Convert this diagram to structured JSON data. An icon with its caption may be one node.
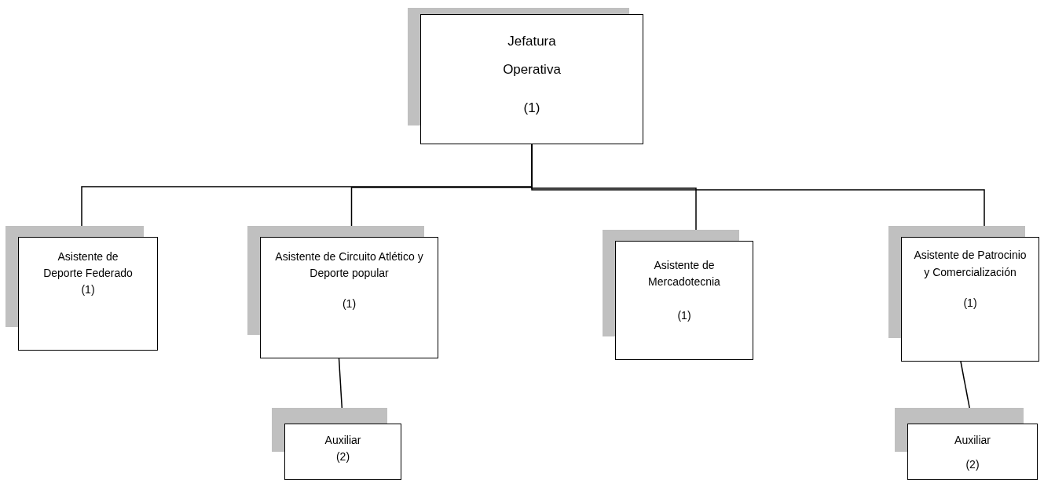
{
  "diagram": {
    "nodes": [
      {
        "text": [
          "Jefatura Operativa",
          "(1)"
        ]
      },
      {
        "text": [
          "Asistente de Deporte Federado",
          "(1)"
        ]
      },
      {
        "text": [
          "Asistente de Circuito Atlético y Deporte popular",
          "(1)"
        ]
      },
      {
        "text": [
          "Asistente de Mercadotecnia",
          "(1)"
        ]
      },
      {
        "text": [
          "Asistente de Patrocinio y Comercialización",
          "(1)"
        ]
      },
      {
        "text": [
          "Auxiliar",
          "(2)"
        ]
      },
      {
        "text": [
          "Auxiliar",
          "(2)"
        ]
      }
    ],
    "edges": [
      {
        "from": 0,
        "to": 1,
        "arrow": "none"
      },
      {
        "from": 0,
        "to": 2,
        "arrow": "none"
      },
      {
        "from": 0,
        "to": 3,
        "arrow": "none"
      },
      {
        "from": 0,
        "to": 4,
        "arrow": "none"
      },
      {
        "from": 2,
        "to": 5,
        "arrow": "none"
      },
      {
        "from": 4,
        "to": 6,
        "arrow": "none"
      }
    ]
  }
}
